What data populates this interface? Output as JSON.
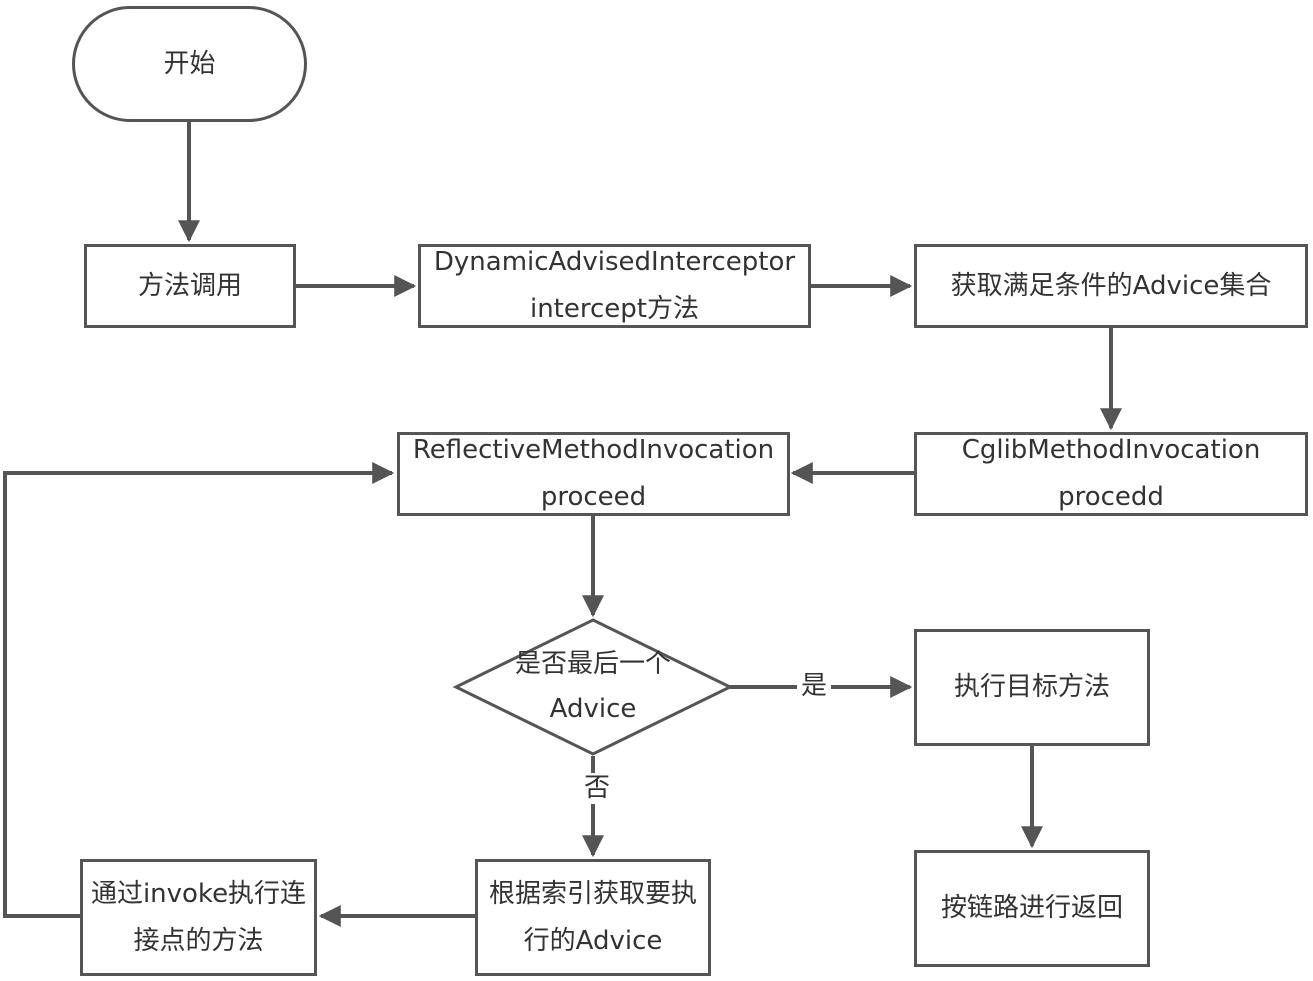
{
  "nodes": {
    "start": "开始",
    "method_call": "方法调用",
    "dynamic_line1": "DynamicAdvisedInterceptor",
    "dynamic_line2": "intercept方法",
    "get_advice": "获取满足条件的Advice集合",
    "cglib_line1": "CglibMethodInvocation",
    "cglib_line2": "procedd",
    "reflective_line1": "ReflectiveMethodInvocation",
    "reflective_line2": "proceed",
    "decision_line1": "是否最后一个",
    "decision_line2": "Advice",
    "exec_target": "执行目标方法",
    "chain_return": "按链路进行返回",
    "get_by_index_line1": "根据索引获取要执",
    "get_by_index_line2": "行的Advice",
    "invoke_line1": "通过invoke执行连",
    "invoke_line2": "接点的方法"
  },
  "edge_labels": {
    "yes": "是",
    "no": "否"
  },
  "colors": {
    "stroke": "#555555",
    "text": "#333333",
    "background": "#ffffff"
  }
}
